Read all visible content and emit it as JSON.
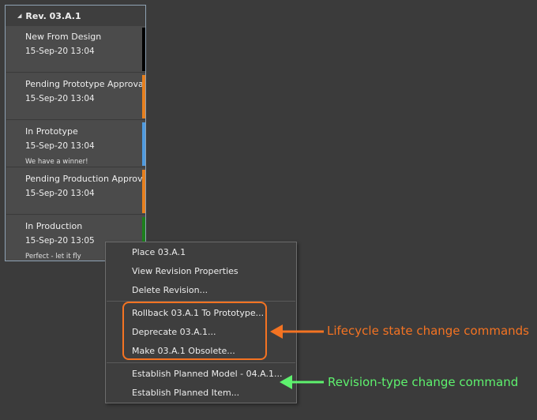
{
  "panel": {
    "header": "Rev. 03.A.1",
    "states": [
      {
        "name": "New From Design",
        "date": "15-Sep-20 13:04",
        "note": "",
        "color": "#000000"
      },
      {
        "name": "Pending Prototype Approval",
        "date": "15-Sep-20 13:04",
        "note": "",
        "color": "#e6801f"
      },
      {
        "name": "In Prototype",
        "date": "15-Sep-20 13:04",
        "note": "We have a winner!",
        "color": "#4f9be0"
      },
      {
        "name": "Pending Production Approval",
        "date": "15-Sep-20 13:04",
        "note": "",
        "color": "#e6801f"
      },
      {
        "name": "In Production",
        "date": "15-Sep-20 13:05",
        "note": "Perfect - let it fly",
        "color": "#1d7f1d"
      }
    ]
  },
  "menu": {
    "items": [
      "Place 03.A.1",
      "View Revision Properties",
      "Delete Revision...",
      "Rollback 03.A.1 To Prototype...",
      "Deprecate 03.A.1...",
      "Make 03.A.1 Obsolete...",
      "Establish Planned Model - 04.A.1...",
      "Establish Planned Item..."
    ]
  },
  "callouts": {
    "lifecycle": "Lifecycle state change commands",
    "revision_type": "Revision-type change command"
  },
  "colors": {
    "orange": "#f47322",
    "green": "#5ef26e"
  }
}
